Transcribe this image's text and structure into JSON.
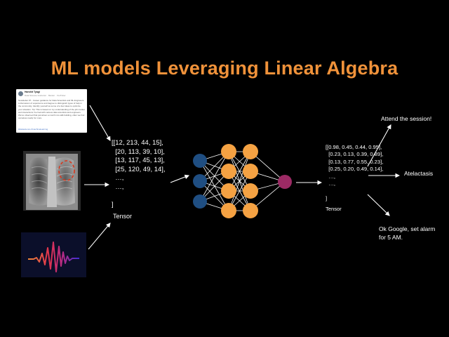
{
  "title": "ML models Leveraging Linear Algebra",
  "inputs": {
    "post": {
      "author": "Harshit Tyagi",
      "byline": "Data Science Instructor · Mentor · YouTuber",
      "body": "Newsletter #7 - Career guidance for Data Scientists and ML Engineers. A discussion of experience and degree to distinguish types of help in the community. Identify yourself as some of a few ideas to optimize your situation. Tip: This is based on my understanding of the job market and interactions I've had with various data scientists and engineers. We've observed that just about a month into skill-building, often we find ourselves ready for more.",
      "tags": "#datascience #machinelearning"
    },
    "tensor_lines": [
      "[[12, 213, 44, 15],",
      "  [20, 113, 39, 10],",
      "  [13, 117, 45, 13],",
      "  [25, 120, 49, 14],",
      "  …,",
      "  …,",
      "",
      "]"
    ],
    "tensor_label": "Tensor"
  },
  "outputs": {
    "tensor_lines": [
      "[[0.98, 0.45, 0.44, 0.95],",
      "  [0.23, 0.13, 0.39, 0.89],",
      "  [0.13, 0.77, 0.55, 0.23],",
      "  [0.25, 0.20, 0.49, 0.14],",
      "  …,",
      "  …,",
      "",
      "]"
    ],
    "tensor_label": "Tensor",
    "predictions": [
      "Attend the session!",
      "Atelactasis",
      "Ok Google, set alarm\nfor 5 AM."
    ]
  },
  "network": {
    "layers": [
      3,
      4,
      4,
      1
    ],
    "colors": [
      "#1f4e82",
      "#f5a243",
      "#f5a243",
      "#9c2a64"
    ]
  },
  "colors": {
    "title": "#f0923a",
    "background": "#000000",
    "arrow": "#ffffff",
    "xray_annotation": "#d9381e"
  }
}
